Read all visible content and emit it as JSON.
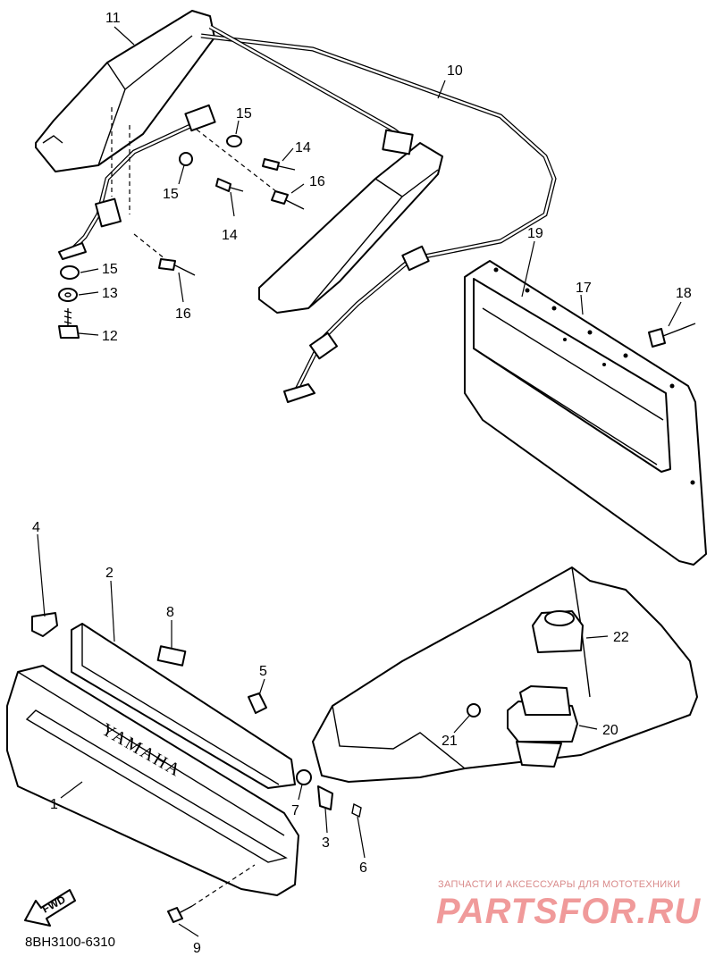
{
  "diagram": {
    "callouts": {
      "p1": "1",
      "p2": "2",
      "p3": "3",
      "p4": "4",
      "p5": "5",
      "p6": "6",
      "p7": "7",
      "p8": "8",
      "p9": "9",
      "p10": "10",
      "p11": "11",
      "p12": "12",
      "p13": "13",
      "p14a": "14",
      "p14b": "14",
      "p15a": "15",
      "p15b": "15",
      "p15c": "15",
      "p16a": "16",
      "p16b": "16",
      "p17": "17",
      "p18": "18",
      "p19": "19",
      "p20": "20",
      "p21": "21",
      "p22": "22"
    },
    "diagram_code": "8BH3100-6310",
    "fwd_label": "FWD",
    "brand_text": "YAMAHA"
  },
  "watermark": {
    "tagline": "ЗАПЧАСТИ И АКСЕССУАРЫ ДЛЯ МОТОТЕХНИКИ",
    "brand": "PARTSFOR.RU"
  }
}
